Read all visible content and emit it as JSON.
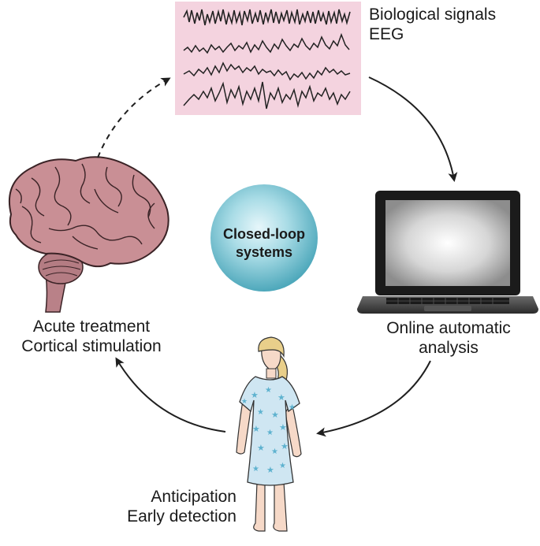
{
  "center": {
    "line1": "Closed-loop",
    "line2": "systems"
  },
  "eeg": {
    "line1": "Biological signals",
    "line2": "EEG",
    "panel_color": "#f4d3df"
  },
  "laptop": {
    "line1": "Online automatic",
    "line2": "analysis"
  },
  "brain": {
    "line1": "Acute treatment",
    "line2": "Cortical stimulation",
    "color": "#c98f95"
  },
  "child": {
    "line1": "Anticipation",
    "line2": "Early detection",
    "gown_color": "#cfe6f2",
    "star_color": "#5eb2cf"
  },
  "colors": {
    "circle": "#5fb7c8",
    "arrow": "#1f1f1f"
  }
}
